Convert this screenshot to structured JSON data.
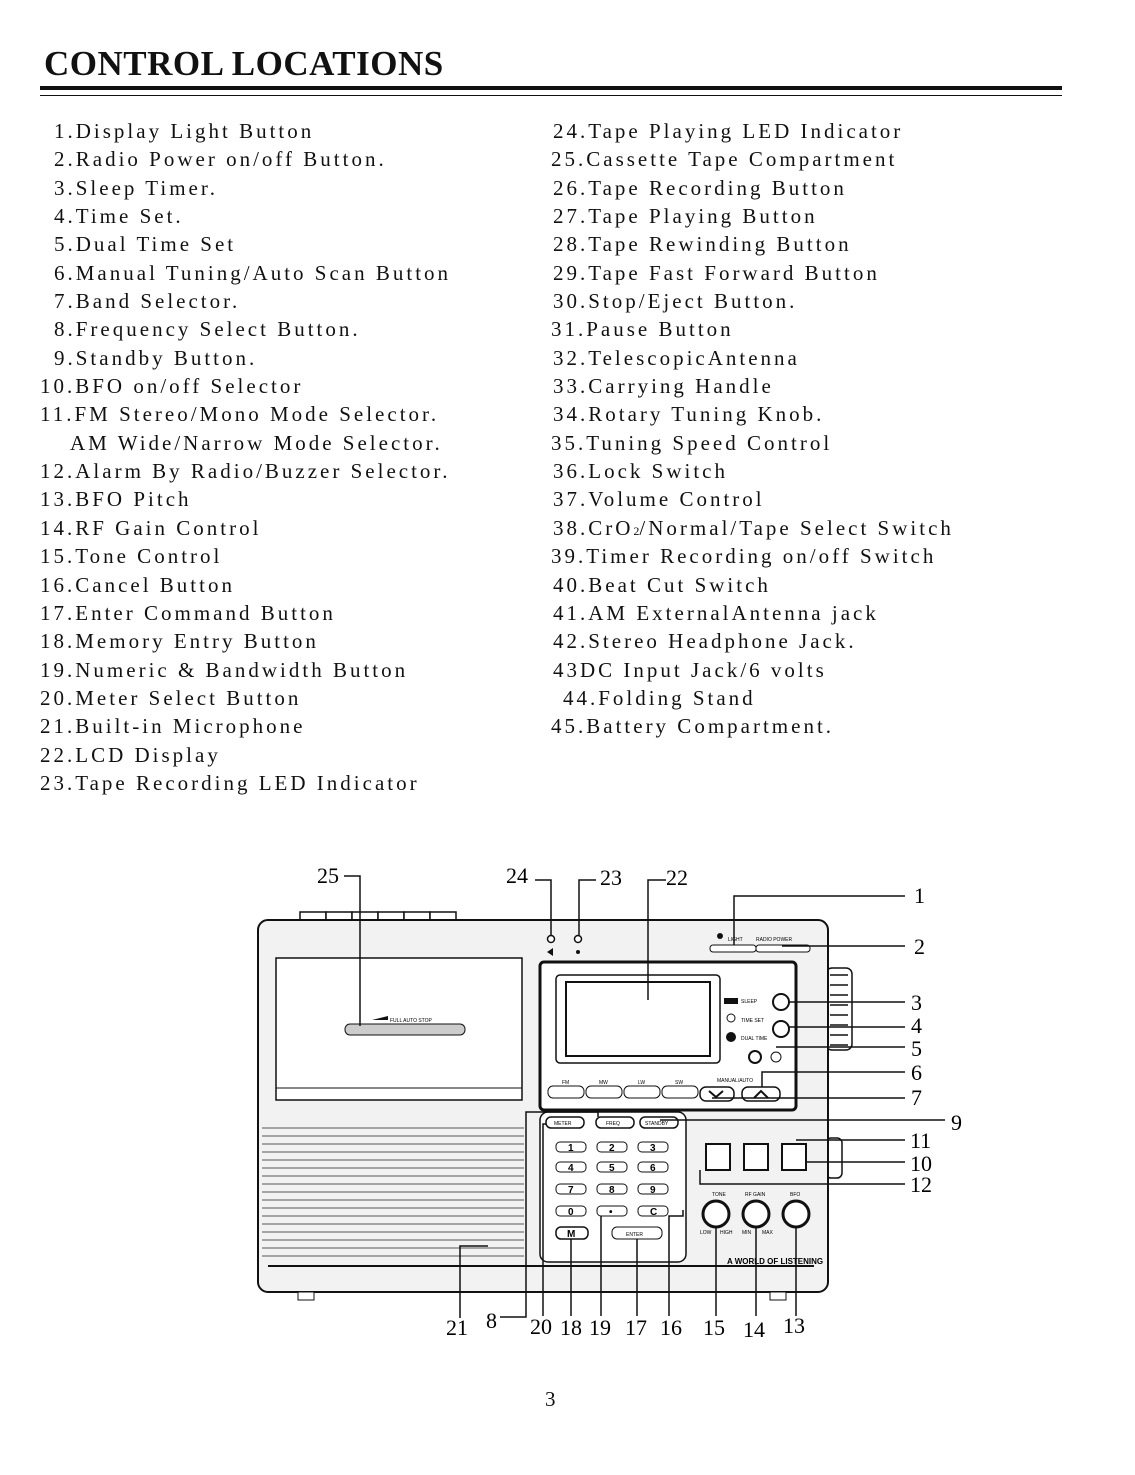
{
  "page": {
    "title": "CONTROL LOCATIONS",
    "page_number": "3"
  },
  "left_list": [
    "1.Display Light Button",
    "2.Radio Power on/off Button.",
    "3.Sleep Timer.",
    "4.Time Set.",
    "5.Dual Time Set",
    "6.Manual Tuning/Auto Scan Button",
    "7.Band Selector.",
    "8.Frequency Select Button.",
    "9.Standby Button.",
    "10.BFO on/off Selector",
    "11.FM Stereo/Mono Mode Selector.",
    "AM Wide/Narrow Mode Selector.",
    "12.Alarm By Radio/Buzzer Selector.",
    "13.BFO Pitch",
    "14.RF Gain Control",
    "15.Tone Control",
    "16.Cancel Button",
    "17.Enter Command Button",
    "18.Memory Entry Button",
    "19.Numeric & Bandwidth Button",
    "20.Meter Select Button",
    "21.Built-in Microphone",
    "22.LCD Display",
    "23.Tape Recording LED Indicator"
  ],
  "right_list": [
    "24.Tape Playing LED Indicator",
    "25.Cassette Tape Compartment",
    "26.Tape Recording Button",
    "27.Tape Playing Button",
    "28.Tape Rewinding Button",
    "29.Tape Fast Forward Button",
    "30.Stop/Eject Button.",
    "31.Pause Button",
    "32.TelescopicAntenna",
    "33.Carrying Handle",
    "34.Rotary Tuning Knob.",
    "35.Tuning Speed Control",
    "36.Lock Switch",
    "37.Volume Control",
    "39.Timer Recording on/off Switch",
    "40.Beat Cut Switch",
    "41.AM ExternalAntenna jack",
    "42.Stereo Headphone Jack.",
    "43DC Input Jack/6 volts",
    "44.Folding Stand",
    "45.Battery Compartment."
  ],
  "right_item_38": {
    "prefix": "38.CrO",
    "sub": "2",
    "suffix": "/Normal/Tape Select Switch"
  },
  "diagram": {
    "callouts_top": [
      "25",
      "24",
      "23",
      "22"
    ],
    "callouts_right": [
      "1",
      "2",
      "3",
      "4",
      "5",
      "6",
      "7",
      "9",
      "11",
      "10",
      "12"
    ],
    "callouts_bottom": [
      "21",
      "8",
      "20",
      "18",
      "19",
      "17",
      "16",
      "15",
      "14",
      "13"
    ],
    "labels": {
      "full_auto_stop": "FULL AUTO STOP",
      "light": "LIGHT",
      "radio_power": "RADIO POWER",
      "sleep": "SLEEP",
      "time_set": "TIME SET",
      "dual_time": "DUAL TIME",
      "manual_auto": "MANUAL/AUTO",
      "fm": "FM",
      "mw": "MW",
      "lw": "LW",
      "sw": "SW",
      "meter": "METER",
      "freq": "FREQ",
      "standby": "STANDBY",
      "enter": "ENTER",
      "memory": "M",
      "cancel": "C",
      "tone": "TONE",
      "rf_gain": "RF GAIN",
      "bfo": "BFO",
      "low": "LOW",
      "high": "HIGH",
      "min": "MIN",
      "max": "MAX",
      "brand": "A WORLD OF LISTENING",
      "keys": [
        "1",
        "2",
        "3",
        "4",
        "5",
        "6",
        "7",
        "8",
        "9",
        "0",
        "•"
      ]
    }
  }
}
